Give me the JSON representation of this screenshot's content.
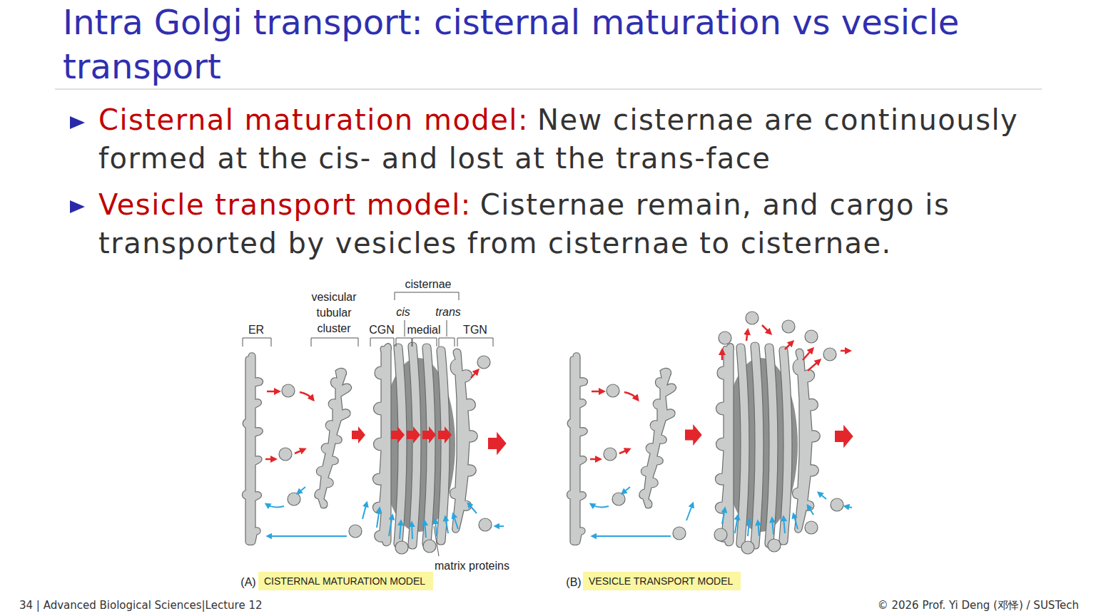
{
  "diagram": {
    "title": "Intra Golgi transport: cisternal maturation vs vesicle transport",
    "nodes": [
      {
        "text": [
          "CISTERNAL MATURATION MODEL"
        ]
      },
      {
        "text": [
          "VESICLE TRANSPORT MODEL"
        ]
      }
    ],
    "labels": [
      "Cisternal maturation model:",
      "New cisternae are continuously formed at the cis- and lost at the trans-face",
      "Vesicle transport model:",
      "Cisternae remain, and cargo is transported by vesicles from cisternae to cisternae.",
      "cisternae",
      "vesicular tubular cluster",
      "cis",
      "trans",
      "ER",
      "CGN",
      "medial",
      "TGN",
      "matrix proteins",
      "(A)",
      "(B)",
      "34 | Advanced Biological Sciences|Lecture 12",
      "© 2026 Prof. Yi Deng (邓怿) / SUSTech"
    ]
  }
}
